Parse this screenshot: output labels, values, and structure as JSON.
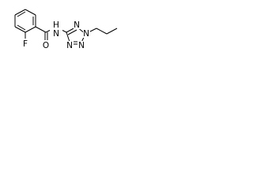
{
  "molecule": {
    "atoms": {
      "fluorine": "F",
      "carbonyl_oxygen": "O",
      "amide_n": "N",
      "amide_h": "H",
      "tetrazole_n1": "N",
      "tetrazole_n2": "N",
      "tetrazole_n3": "N",
      "tetrazole_n4": "N"
    },
    "colors": {
      "bond": "#000000",
      "text": "#000000",
      "background": "#ffffff"
    }
  }
}
